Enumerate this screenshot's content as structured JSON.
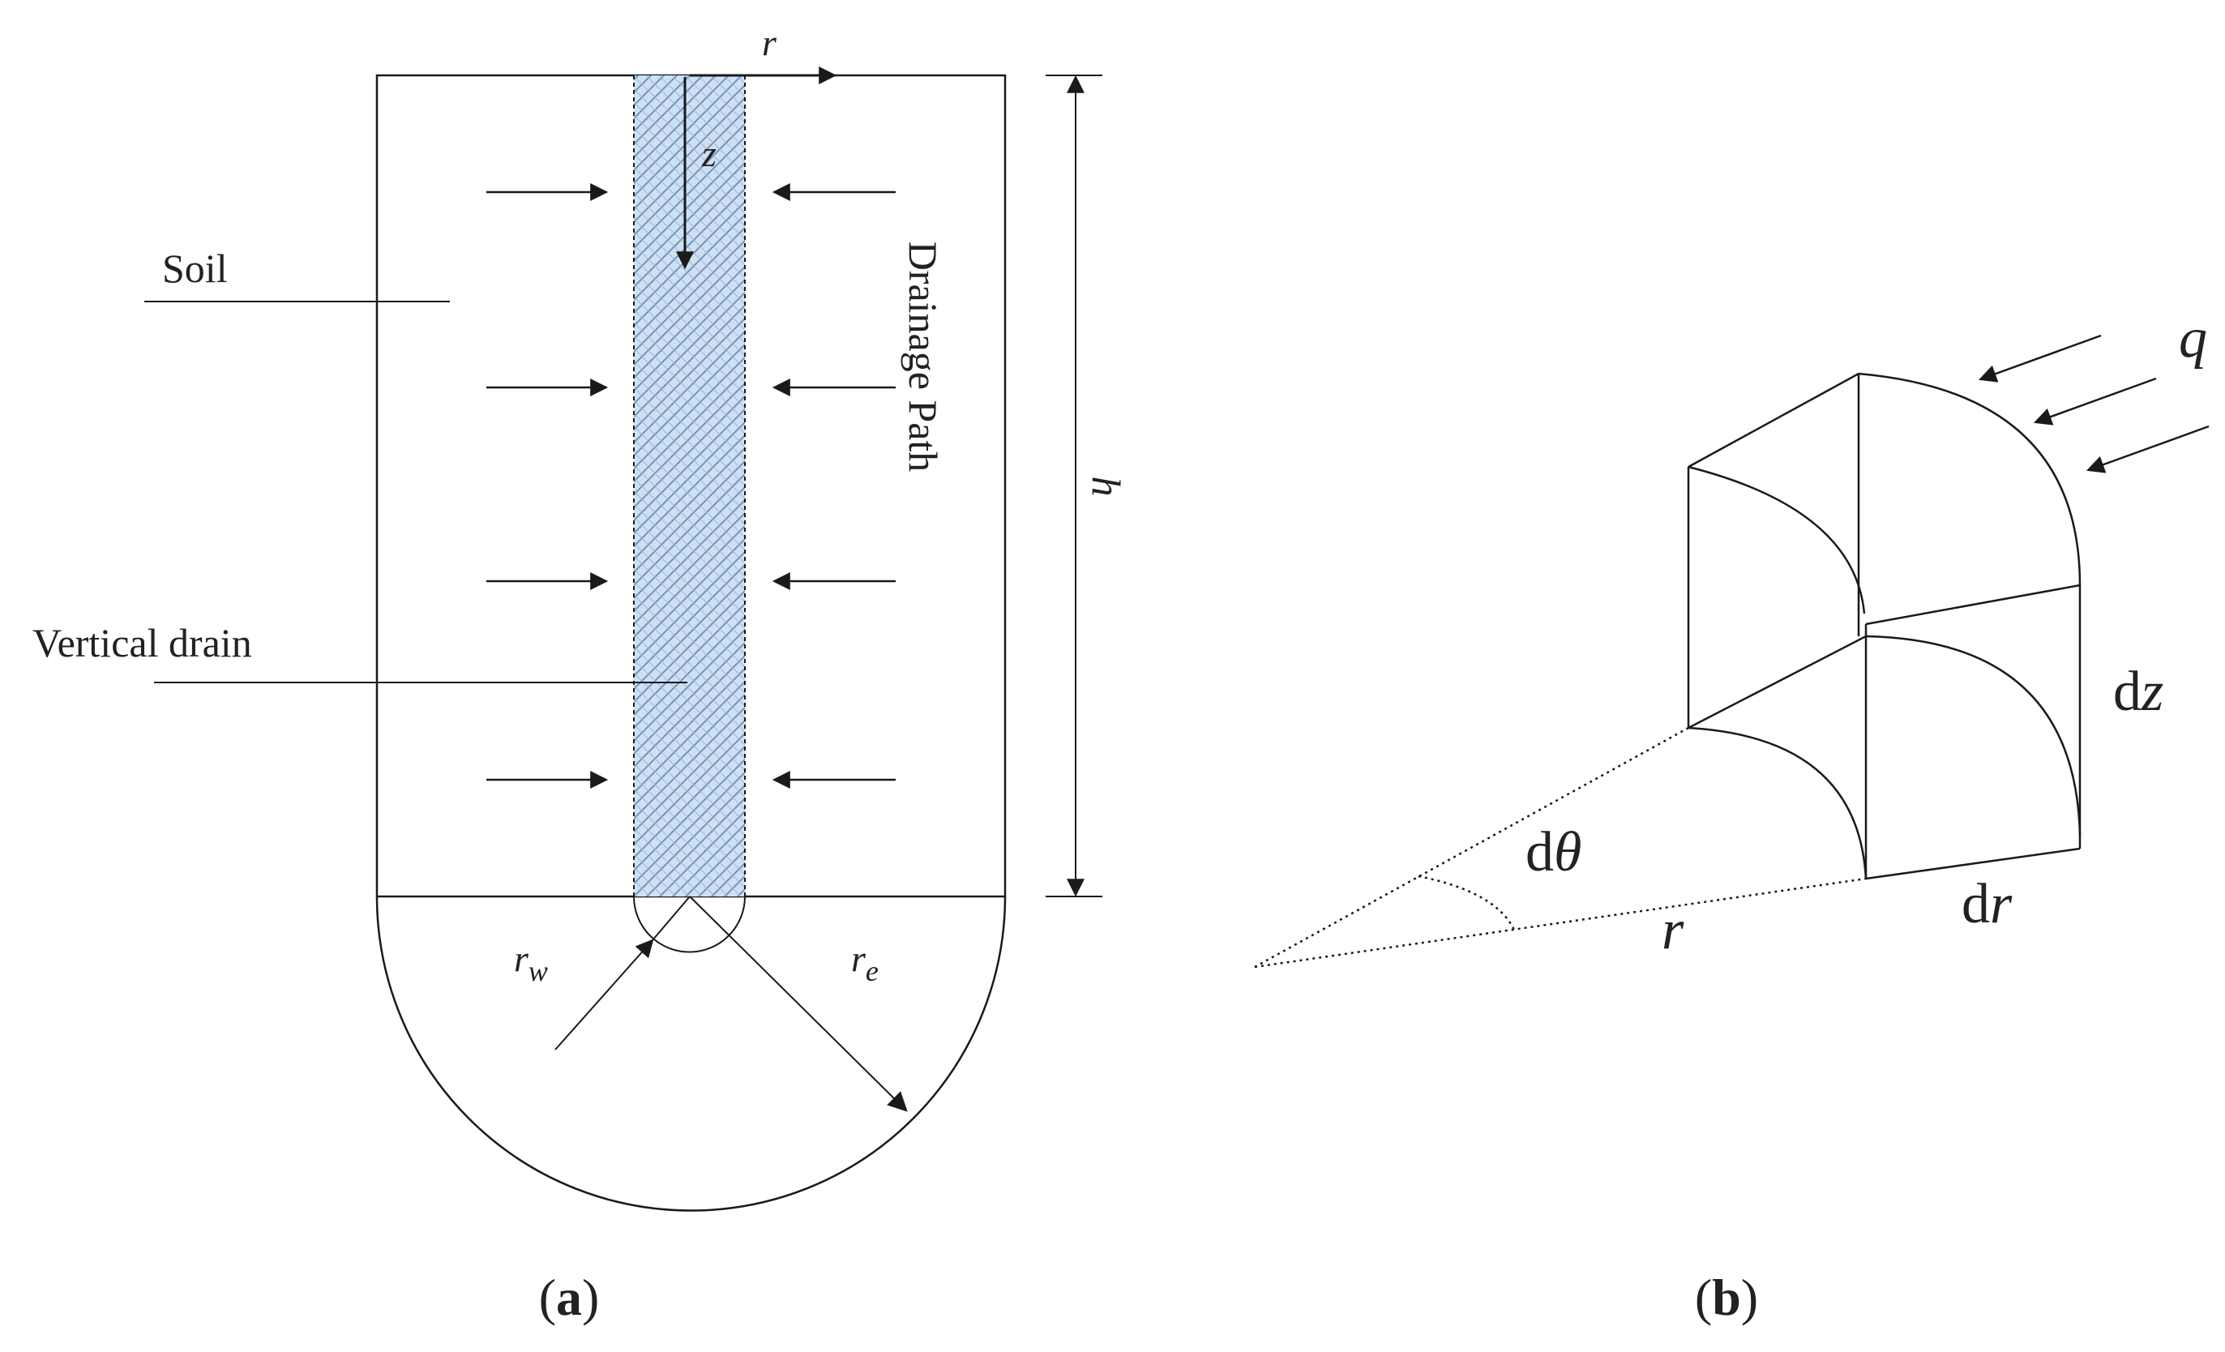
{
  "panel_a": {
    "caption_open": "(",
    "caption_letter": "a",
    "caption_close": ")",
    "label_soil": "Soil",
    "label_vertical_drain": "Vertical drain",
    "label_drainage_path": "Drainage Path",
    "axis_r": "r",
    "axis_z": "z",
    "dim_h": "h",
    "radius_rw_main": "r",
    "radius_rw_sub": "w",
    "radius_re_main": "r",
    "radius_re_sub": "e"
  },
  "panel_b": {
    "caption_open": "(",
    "caption_letter": "b",
    "caption_close": ")",
    "label_q": "q",
    "label_dz_d": "d",
    "label_dz_var": "z",
    "label_dr_d": "d",
    "label_dr_var": "r",
    "label_dtheta_d": "d",
    "label_dtheta_var": "θ",
    "label_r": "r"
  },
  "colors": {
    "soil_fill": "#e9e9e9",
    "drain_fill": "#c9dcef",
    "drain_hatch": "#6f93c0",
    "line": "#1a1a1a"
  }
}
